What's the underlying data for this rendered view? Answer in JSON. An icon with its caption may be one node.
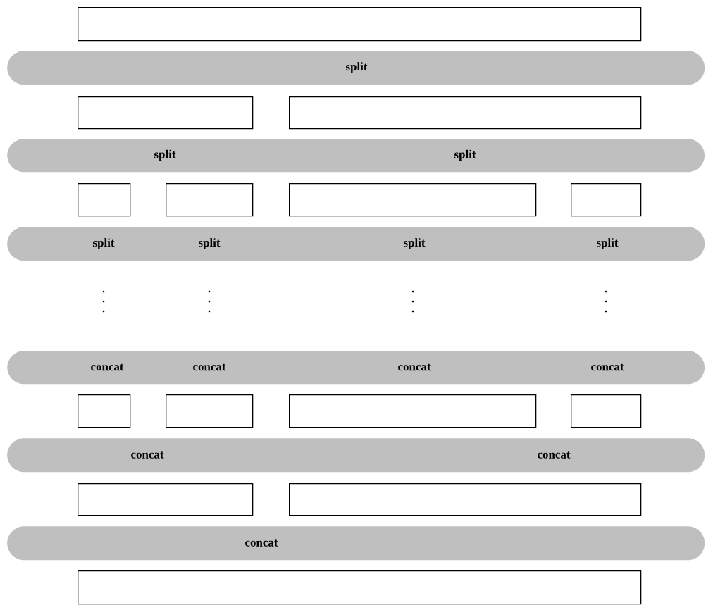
{
  "diagram": {
    "nodes": [
      {
        "text": [],
        "shape": "box"
      },
      {
        "text": [
          "split"
        ]
      },
      {
        "text": [],
        "shape": "box"
      },
      {
        "text": [],
        "shape": "box"
      },
      {
        "text": [
          "split",
          "split"
        ]
      },
      {
        "text": [],
        "shape": "box"
      },
      {
        "text": [],
        "shape": "box"
      },
      {
        "text": [],
        "shape": "box"
      },
      {
        "text": [],
        "shape": "box"
      },
      {
        "text": [
          "split",
          "split",
          "split",
          "split"
        ]
      },
      {
        "text": [
          "concat",
          "concat",
          "concat",
          "concat"
        ]
      },
      {
        "text": [],
        "shape": "box"
      },
      {
        "text": [],
        "shape": "box"
      },
      {
        "text": [],
        "shape": "box"
      },
      {
        "text": [],
        "shape": "box"
      },
      {
        "text": [
          "concat",
          "concat"
        ]
      },
      {
        "text": [],
        "shape": "box"
      },
      {
        "text": [],
        "shape": "box"
      },
      {
        "text": [
          "concat"
        ]
      },
      {
        "text": [],
        "shape": "box"
      }
    ]
  }
}
